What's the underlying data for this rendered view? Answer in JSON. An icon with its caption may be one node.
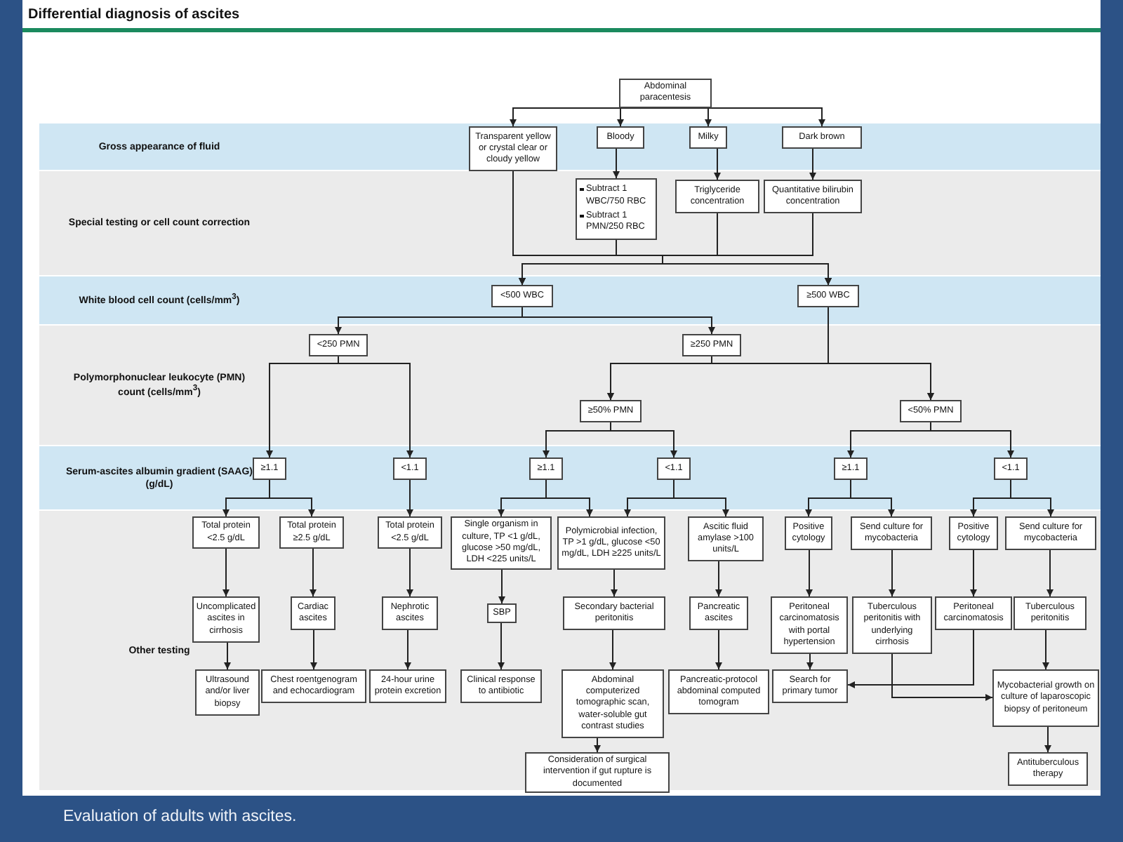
{
  "diagram": {
    "title": "Differential diagnosis of ascites",
    "caption": "Evaluation of adults with ascites.",
    "nodes": [
      {
        "text": [
          "Abdominal paracentesis"
        ]
      },
      {
        "text": [
          "Gross appearance of fluid"
        ]
      },
      {
        "text": [
          "Transparent yellow or crystal clear or cloudy yellow"
        ],
        "in": 1
      },
      {
        "text": [
          "Bloody"
        ],
        "in": 1
      },
      {
        "text": [
          "Milky"
        ],
        "in": 1
      },
      {
        "text": [
          "Dark brown"
        ],
        "in": 1
      },
      {
        "text": [
          "Special testing or cell count correction"
        ]
      },
      {
        "text": [
          "Subtract 1 WBC/750 RBC",
          "Subtract 1 PMN/250 RBC"
        ],
        "in": 6
      },
      {
        "text": [
          "Triglyceride concentration"
        ],
        "in": 6
      },
      {
        "text": [
          "Quantitative bilirubin concentration"
        ],
        "in": 6
      },
      {
        "text": [
          "White blood cell count (cells/mm$^{3}$)"
        ]
      },
      {
        "text": [
          "<500 WBC"
        ],
        "in": 10
      },
      {
        "text": [
          "≥500 WBC"
        ],
        "in": 10
      },
      {
        "text": [
          "Polymorphonuclear leukocyte (PMN) count (cells/mm$^{3}$)"
        ]
      },
      {
        "text": [
          "<250 PMN"
        ],
        "in": 13
      },
      {
        "text": [
          "≥250 PMN"
        ],
        "in": 13
      },
      {
        "text": [
          "≥50% PMN"
        ],
        "in": 13
      },
      {
        "text": [
          "<50% PMN"
        ],
        "in": 13
      },
      {
        "text": [
          "Serum-ascites albumin gradient (SAAG) (g/dL)"
        ]
      },
      {
        "text": [
          "≥1.1"
        ],
        "in": 18
      },
      {
        "text": [
          "<1.1"
        ],
        "in": 18
      },
      {
        "text": [
          "≥1.1"
        ],
        "in": 18
      },
      {
        "text": [
          "<1.1"
        ],
        "in": 18
      },
      {
        "text": [
          "≥1.1"
        ],
        "in": 18
      },
      {
        "text": [
          "<1.1"
        ],
        "in": 18
      },
      {
        "text": [
          "Other testing"
        ]
      },
      {
        "text": [
          "Total protein <2.5 g/dL"
        ],
        "in": 25
      },
      {
        "text": [
          "Total protein ≥2.5 g/dL"
        ],
        "in": 25
      },
      {
        "text": [
          "Total protein <2.5 g/dL"
        ],
        "in": 25
      },
      {
        "text": [
          "Single organism in culture, TP <1 g/dL, glucose >50 mg/dL, LDH <225 units/L"
        ],
        "in": 25
      },
      {
        "text": [
          "Polymicrobial infection, TP >1 g/dL, glucose <50 mg/dL, LDH ≥225 units/L"
        ],
        "in": 25
      },
      {
        "text": [
          "Ascitic fluid amylase >100 units/L"
        ],
        "in": 25
      },
      {
        "text": [
          "Positive cytology"
        ],
        "in": 25
      },
      {
        "text": [
          "Send culture for mycobacteria"
        ],
        "in": 25
      },
      {
        "text": [
          "Positive cytology"
        ],
        "in": 25
      },
      {
        "text": [
          "Send culture for mycobacteria"
        ],
        "in": 25
      },
      {
        "text": [
          "Uncomplicated ascites in cirrhosis"
        ],
        "in": 25
      },
      {
        "text": [
          "Cardiac ascites"
        ],
        "in": 25
      },
      {
        "text": [
          "Nephrotic ascites"
        ],
        "in": 25
      },
      {
        "text": [
          "SBP"
        ],
        "in": 25
      },
      {
        "text": [
          "Secondary bacterial peritonitis"
        ],
        "in": 25
      },
      {
        "text": [
          "Pancreatic ascites"
        ],
        "in": 25
      },
      {
        "text": [
          "Peritoneal carcinomatosis with portal hypertension"
        ],
        "in": 25
      },
      {
        "text": [
          "Tuberculous peritonitis with underlying cirrhosis"
        ],
        "in": 25
      },
      {
        "text": [
          "Peritoneal carcinomatosis"
        ],
        "in": 25
      },
      {
        "text": [
          "Tuberculous peritonitis"
        ],
        "in": 25
      },
      {
        "text": [
          "Ultrasound and/or liver biopsy"
        ],
        "in": 25
      },
      {
        "text": [
          "Chest roentgenogram and echocardiogram"
        ],
        "in": 25
      },
      {
        "text": [
          "24-hour urine protein excretion"
        ],
        "in": 25
      },
      {
        "text": [
          "Clinical response to antibiotic"
        ],
        "in": 25
      },
      {
        "text": [
          "Abdominal computerized tomographic scan, water-soluble gut contrast studies"
        ],
        "in": 25
      },
      {
        "text": [
          "Pancreatic-protocol abdominal computed tomogram"
        ],
        "in": 25
      },
      {
        "text": [
          "Search for primary tumor"
        ],
        "in": 25
      },
      {
        "text": [
          "Mycobacterial growth on culture of laparoscopic biopsy of peritoneum"
        ],
        "in": 25
      },
      {
        "text": [
          "Consideration of surgical intervention if gut rupture is documented"
        ],
        "in": 25
      },
      {
        "text": [
          "Antituberculous therapy"
        ],
        "in": 25
      }
    ],
    "edges": [
      {
        "from": 0,
        "to": 2,
        "arrow": "to"
      },
      {
        "from": 0,
        "to": 3,
        "arrow": "to"
      },
      {
        "from": 0,
        "to": 4,
        "arrow": "to"
      },
      {
        "from": 0,
        "to": 5,
        "arrow": "to"
      },
      {
        "from": 3,
        "to": 7,
        "arrow": "to"
      },
      {
        "from": 4,
        "to": 8,
        "arrow": "to"
      },
      {
        "from": 5,
        "to": 9,
        "arrow": "to"
      },
      {
        "from": 2,
        "to": 11,
        "arrow": "to"
      },
      {
        "from": 2,
        "to": 12,
        "arrow": "to"
      },
      {
        "from": 7,
        "to": 11,
        "arrow": "to"
      },
      {
        "from": 7,
        "to": 12,
        "arrow": "to"
      },
      {
        "from": 8,
        "to": 11,
        "arrow": "to"
      },
      {
        "from": 8,
        "to": 12,
        "arrow": "to"
      },
      {
        "from": 9,
        "to": 11,
        "arrow": "to"
      },
      {
        "from": 9,
        "to": 12,
        "arrow": "to"
      },
      {
        "from": 11,
        "to": 14,
        "arrow": "to"
      },
      {
        "from": 11,
        "to": 15,
        "arrow": "to"
      },
      {
        "from": 12,
        "to": 16,
        "arrow": "to"
      },
      {
        "from": 12,
        "to": 17,
        "arrow": "to"
      },
      {
        "from": 15,
        "to": 16,
        "arrow": "to"
      },
      {
        "from": 15,
        "to": 17,
        "arrow": "to"
      },
      {
        "from": 14,
        "to": 19,
        "arrow": "to"
      },
      {
        "from": 14,
        "to": 20,
        "arrow": "to"
      },
      {
        "from": 16,
        "to": 21,
        "arrow": "to"
      },
      {
        "from": 16,
        "to": 22,
        "arrow": "to"
      },
      {
        "from": 17,
        "to": 23,
        "arrow": "to"
      },
      {
        "from": 17,
        "to": 24,
        "arrow": "to"
      },
      {
        "from": 19,
        "to": 26,
        "arrow": "to"
      },
      {
        "from": 19,
        "to": 27,
        "arrow": "to"
      },
      {
        "from": 20,
        "to": 28,
        "arrow": "to"
      },
      {
        "from": 21,
        "to": 29,
        "arrow": "to"
      },
      {
        "from": 21,
        "to": 30,
        "arrow": "to"
      },
      {
        "from": 22,
        "to": 30,
        "arrow": "to"
      },
      {
        "from": 22,
        "to": 31,
        "arrow": "to"
      },
      {
        "from": 23,
        "to": 32,
        "arrow": "to"
      },
      {
        "from": 23,
        "to": 33,
        "arrow": "to"
      },
      {
        "from": 24,
        "to": 34,
        "arrow": "to"
      },
      {
        "from": 24,
        "to": 35,
        "arrow": "to"
      },
      {
        "from": 26,
        "to": 36,
        "arrow": "to"
      },
      {
        "from": 27,
        "to": 37,
        "arrow": "to"
      },
      {
        "from": 28,
        "to": 38,
        "arrow": "to"
      },
      {
        "from": 29,
        "to": 39,
        "arrow": "to"
      },
      {
        "from": 30,
        "to": 40,
        "arrow": "to"
      },
      {
        "from": 31,
        "to": 41,
        "arrow": "to"
      },
      {
        "from": 32,
        "to": 42,
        "arrow": "to"
      },
      {
        "from": 33,
        "to": 43,
        "arrow": "to"
      },
      {
        "from": 34,
        "to": 44,
        "arrow": "to"
      },
      {
        "from": 35,
        "to": 45,
        "arrow": "to"
      },
      {
        "from": 36,
        "to": 46,
        "arrow": "to"
      },
      {
        "from": 37,
        "to": 47,
        "arrow": "to"
      },
      {
        "from": 38,
        "to": 48,
        "arrow": "to"
      },
      {
        "from": 39,
        "to": 49,
        "arrow": "to"
      },
      {
        "from": 40,
        "to": 50,
        "arrow": "to"
      },
      {
        "from": 41,
        "to": 51,
        "arrow": "to"
      },
      {
        "from": 42,
        "to": 52,
        "arrow": "to"
      },
      {
        "from": 43,
        "to": 53,
        "arrow": "to"
      },
      {
        "from": 44,
        "to": 52,
        "arrow": "to"
      },
      {
        "from": 45,
        "to": 53,
        "arrow": "to"
      },
      {
        "from": 50,
        "to": 54,
        "arrow": "to"
      },
      {
        "from": 53,
        "to": 55,
        "arrow": "to"
      }
    ]
  }
}
